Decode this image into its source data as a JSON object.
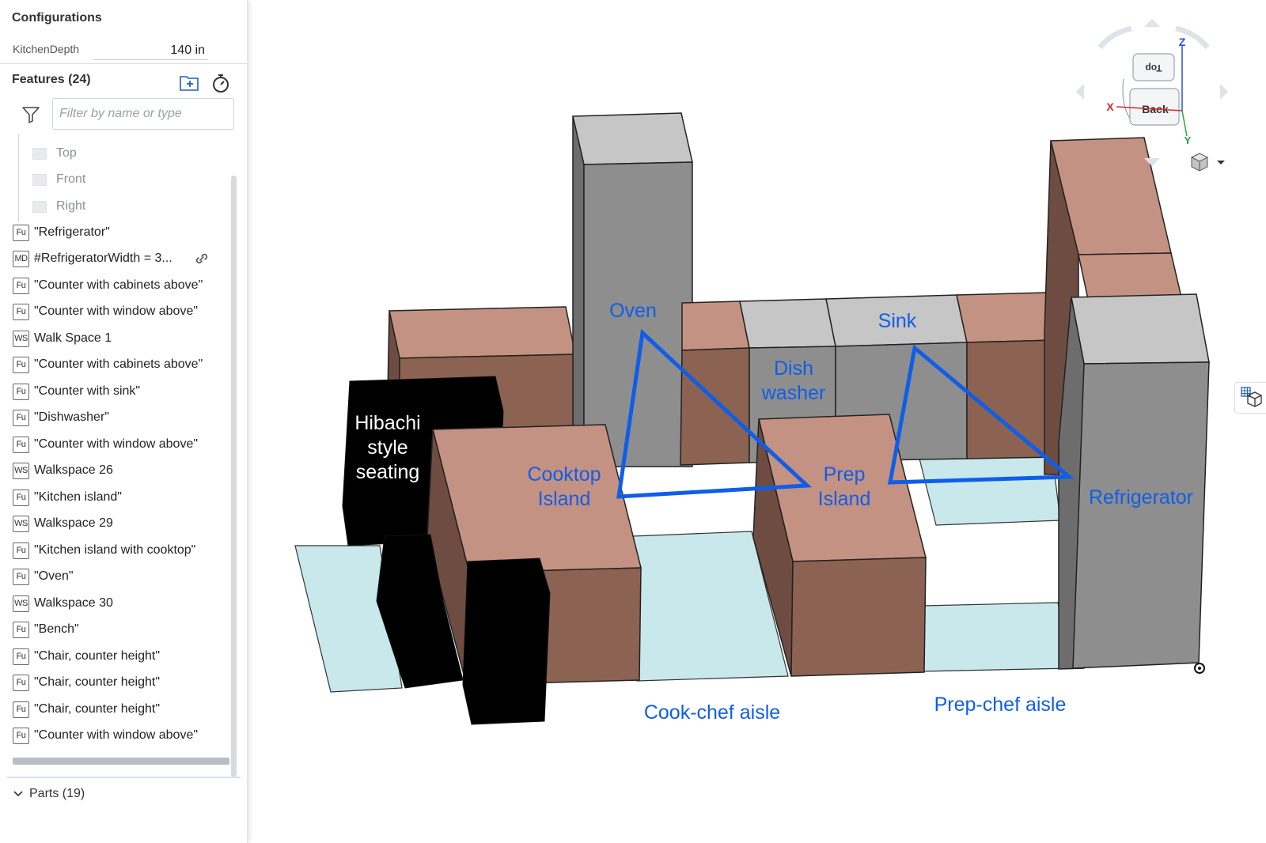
{
  "configurations": {
    "title": "Configurations",
    "param_name": "KitchenDepth",
    "param_value": "140 in"
  },
  "features": {
    "title": "Features (24)",
    "filter_placeholder": "Filter by name or type",
    "planes": [
      "Top",
      "Front",
      "Right"
    ],
    "items": [
      {
        "badge": "Fu",
        "label": "\"Refrigerator\""
      },
      {
        "badge": "MD",
        "label": "#RefrigeratorWidth = 3..."
      },
      {
        "badge": "Fu",
        "label": "\"Counter with cabinets above\""
      },
      {
        "badge": "Fu",
        "label": "\"Counter with window above\""
      },
      {
        "badge": "WS",
        "label": "Walk Space 1"
      },
      {
        "badge": "Fu",
        "label": "\"Counter with cabinets above\""
      },
      {
        "badge": "Fu",
        "label": "\"Counter with sink\""
      },
      {
        "badge": "Fu",
        "label": "\"Dishwasher\""
      },
      {
        "badge": "Fu",
        "label": "\"Counter with window above\""
      },
      {
        "badge": "WS",
        "label": "Walkspace 26"
      },
      {
        "badge": "Fu",
        "label": "\"Kitchen island\""
      },
      {
        "badge": "WS",
        "label": "Walkspace 29"
      },
      {
        "badge": "Fu",
        "label": "\"Kitchen island with cooktop\""
      },
      {
        "badge": "Fu",
        "label": "\"Oven\""
      },
      {
        "badge": "WS",
        "label": "Walkspace 30"
      },
      {
        "badge": "Fu",
        "label": "\"Bench\""
      },
      {
        "badge": "Fu",
        "label": "\"Chair, counter height\""
      },
      {
        "badge": "Fu",
        "label": "\"Chair, counter height\""
      },
      {
        "badge": "Fu",
        "label": "\"Chair, counter height\""
      },
      {
        "badge": "Fu",
        "label": "\"Counter with window above\""
      }
    ]
  },
  "parts": {
    "label": "Parts (19)"
  },
  "viewport": {
    "labels": {
      "oven": "Oven",
      "sink": "Sink",
      "dish1": "Dish",
      "dish2": "washer",
      "hib1": "Hibachi",
      "hib2": "style",
      "hib3": "seating",
      "cook1": "Cooktop",
      "cook2": "Island",
      "prep1": "Prep",
      "prep2": "Island",
      "fridge": "Refrigerator",
      "cook_aisle": "Cook-chef aisle",
      "prep_aisle": "Prep-chef aisle"
    },
    "view_cube": {
      "top": "Top",
      "back": "Back",
      "x": "X",
      "y": "Y",
      "z": "Z"
    }
  },
  "colors": {
    "accent_blue": "#0f5ee8",
    "counter_top": "#c49282",
    "counter_side": "#8c6253",
    "appliance_gray": "#8e8e8e",
    "walkspace": "#c9e8ec"
  }
}
